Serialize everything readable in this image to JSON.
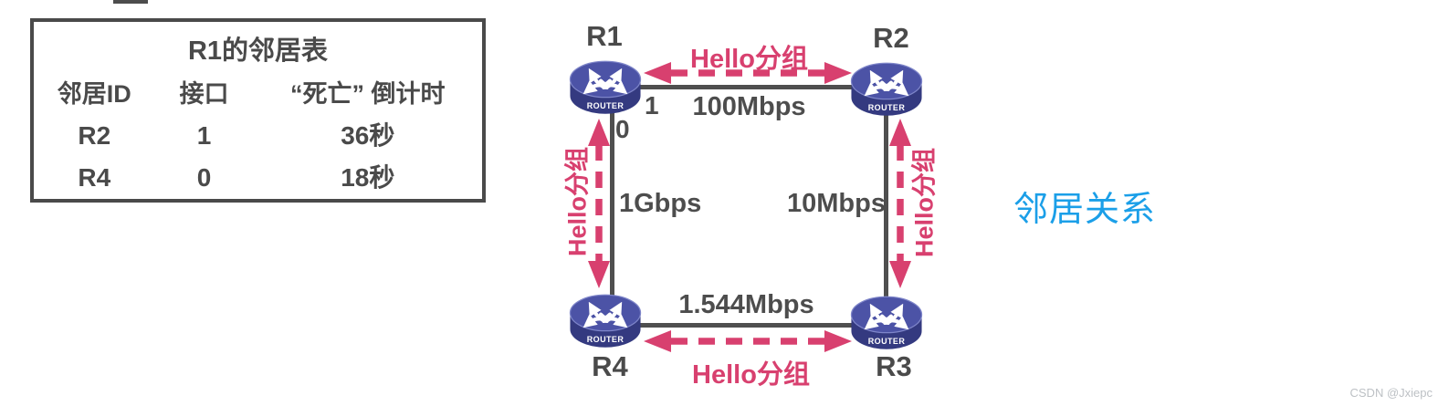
{
  "table": {
    "title": "R1的邻居表",
    "headers": [
      "邻居ID",
      "接口",
      "“死亡” 倒计时"
    ],
    "rows": [
      {
        "id": "R2",
        "iface": "1",
        "countdown": "36秒"
      },
      {
        "id": "R4",
        "iface": "0",
        "countdown": "18秒"
      }
    ]
  },
  "topology": {
    "router_caption": "ROUTER",
    "routers": [
      {
        "name": "R1"
      },
      {
        "name": "R2"
      },
      {
        "name": "R3"
      },
      {
        "name": "R4"
      }
    ],
    "links": [
      {
        "ends": "R1-R2",
        "speed": "100Mbps",
        "hello_label": "Hello分组"
      },
      {
        "ends": "R1-R4",
        "speed": "1Gbps",
        "hello_label": "Hello分组"
      },
      {
        "ends": "R2-R3",
        "speed": "10Mbps",
        "hello_label": "Hello分组"
      },
      {
        "ends": "R4-R3",
        "speed": "1.544Mbps",
        "hello_label": "Hello分组"
      }
    ],
    "interface_labels": [
      {
        "router": "R1",
        "value": "1"
      },
      {
        "router": "R1",
        "value": "0"
      }
    ]
  },
  "annotation": {
    "text": "邻居关系"
  },
  "watermark": {
    "text": "CSDN @Jxiepc"
  },
  "colors": {
    "hello_pink": "#d8406f",
    "text_gray": "#4a4a4a",
    "line_gray": "#4f4f4f",
    "annotation_blue": "#1b9fe8",
    "router_top_blue": "#4c53a6",
    "router_side_blue": "#343a80"
  }
}
